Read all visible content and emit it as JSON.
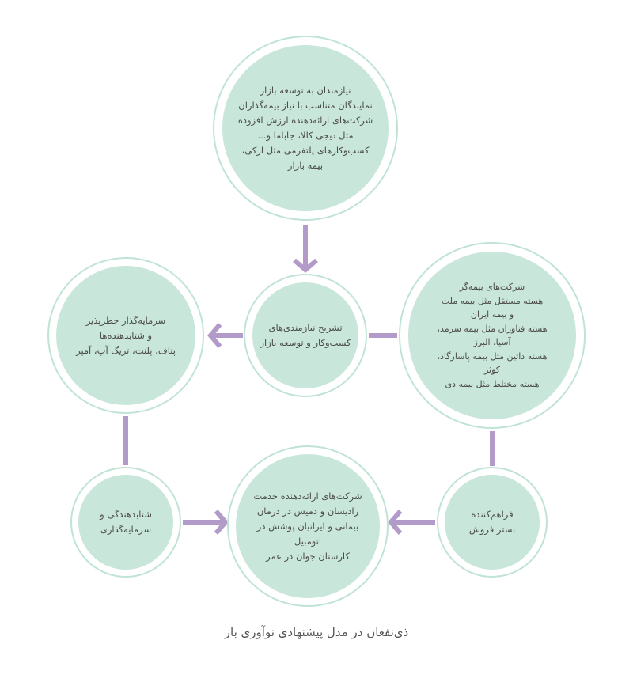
{
  "colors": {
    "circle_fill": "#c9e6da",
    "circle_ring": "#bfe3d4",
    "connector": "#b39bc9",
    "text": "#4b4b4b",
    "caption": "#555555"
  },
  "caption": "ذی‌نفعان در مدل پیشنهادی نوآوری باز",
  "nodes": {
    "top": {
      "lines": [
        "نیازمندان به توسعه بازار",
        "نمایندگان متناسب با نیاز بیمه‌گذاران",
        "شرکت‌های ارائه‌دهنده ارزش افزوده",
        "مثل دیجی کالا، جاباما و...",
        "کسب‌وکارهای پلتفرمی مثل ازکی،",
        "بیمه بازار"
      ]
    },
    "center": {
      "lines": [
        "تشریح نیازمندی‌های",
        "کسب‌وکار و توسعه بازار"
      ]
    },
    "left": {
      "lines": [
        "سرمایه‌گذار خطرپذیر",
        "و شتابدهنده‌ها",
        "پتاف، پلنت، تریگ آپ، آمپر"
      ]
    },
    "right": {
      "lines": [
        "شرکت‌های بیمه‌گر",
        "هسته مستقل مثل بیمه ملت",
        "و بیمه ایران",
        "هسته فناوران مثل بیمه سرمد،",
        "آسیا، البرز",
        "هسته داتین مثل بیمه پاسارگاد،",
        "کوثر",
        "هسته مختلط مثل بیمه دی"
      ]
    },
    "bottom_left": {
      "lines": [
        "شتابدهندگی و",
        "سرمایه‌گذاری"
      ]
    },
    "bottom_center": {
      "lines": [
        "شرکت‌های ارائه‌دهنده خدمت",
        "رادیسان و دمیس در درمان",
        "بیمانی و ایرانیان پوشش در",
        "اتومبیل",
        "کارستان جوان در عمر"
      ]
    },
    "bottom_right": {
      "lines": [
        "فراهم‌کننده",
        "بستر فروش"
      ]
    }
  }
}
